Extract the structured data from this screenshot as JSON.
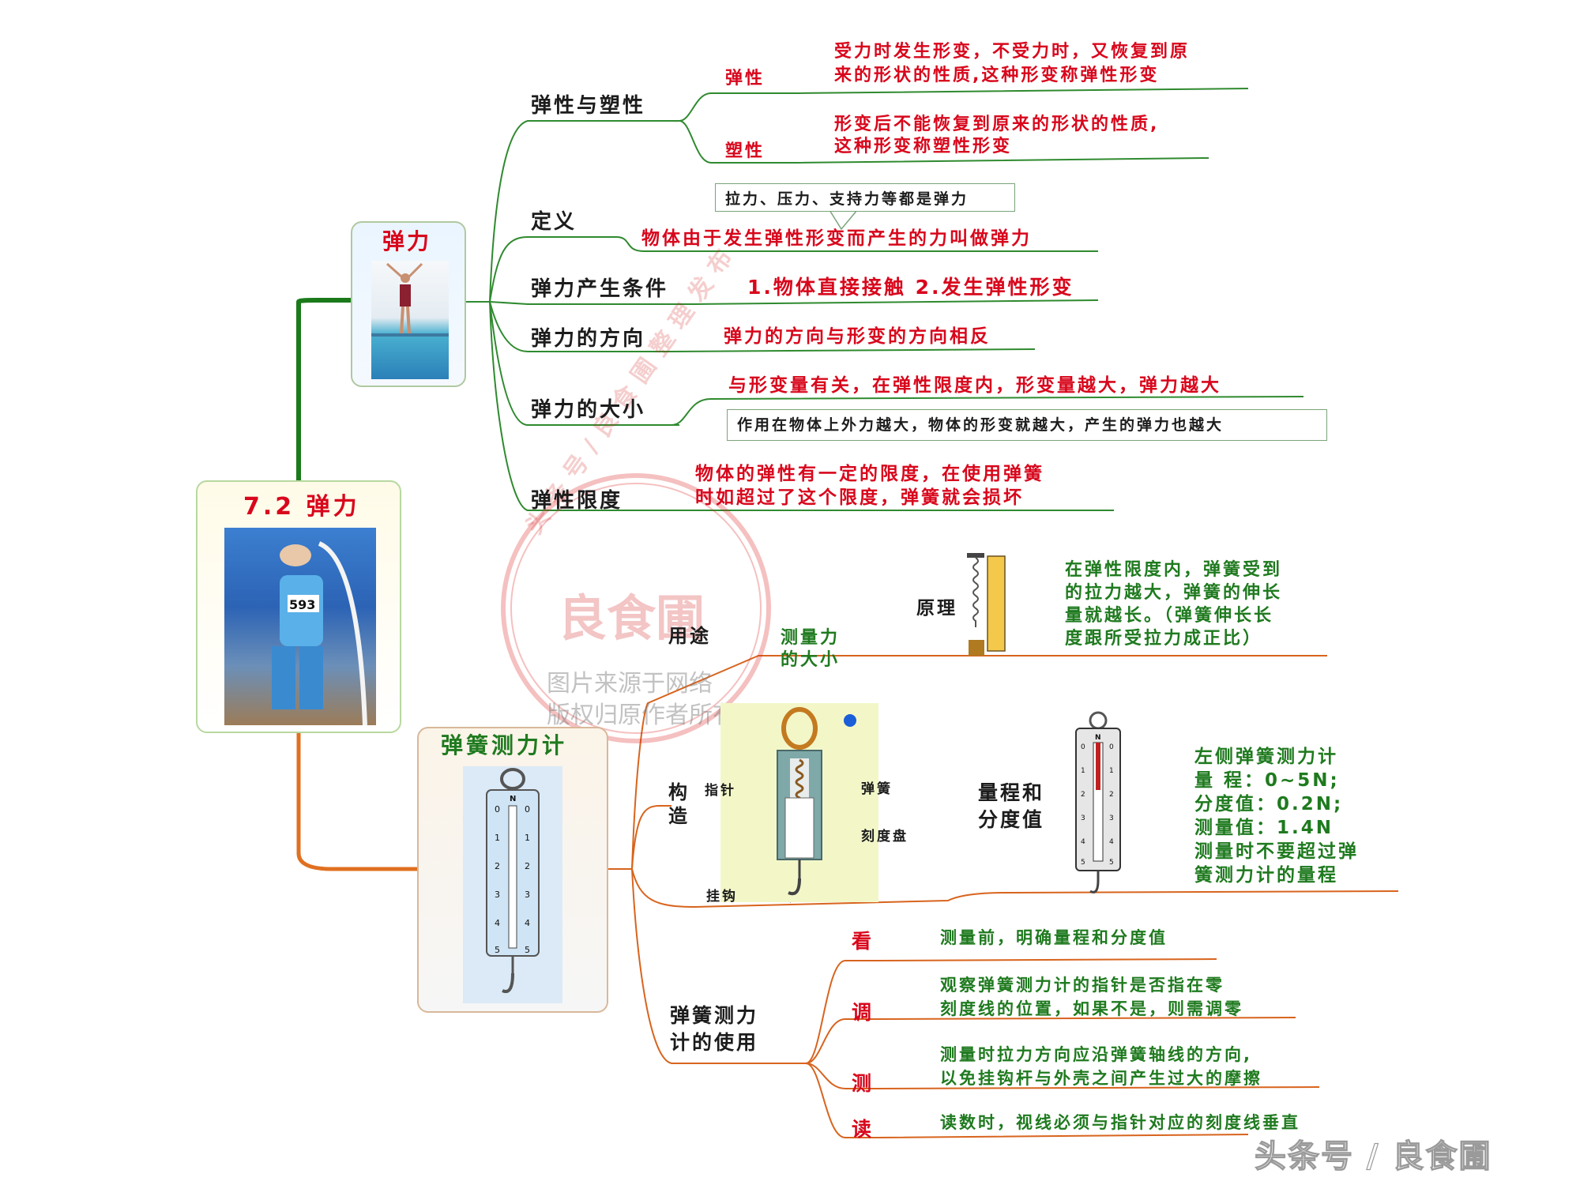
{
  "root": {
    "title": "7.2 弹力"
  },
  "branch_elastic": {
    "title": "弹力",
    "topics": [
      {
        "label": "弹性与塑性"
      },
      {
        "label": "定义"
      },
      {
        "label": "弹力产生条件"
      },
      {
        "label": "弹力的方向"
      },
      {
        "label": "弹力的大小"
      },
      {
        "label": "弹性限度"
      }
    ],
    "elasticity": {
      "label": "弹性",
      "line1": "受力时发生形变，不受力时，又恢复到原",
      "line2": "来的形状的性质,这种形变称弹性形变"
    },
    "plasticity": {
      "label": "塑性",
      "line1": "形变后不能恢复到原来的形状的性质,",
      "line2": "这种形变称塑性形变"
    },
    "definition": {
      "callout": "拉力、压力、支持力等都是弹力",
      "text": "物体由于发生弹性形变而产生的力叫做弹力"
    },
    "conditions": {
      "text": "1.物体直接接触   2.发生弹性形变"
    },
    "direction": {
      "text": "弹力的方向与形变的方向相反"
    },
    "magnitude": {
      "text": "与形变量有关，在弹性限度内，形变量越大，弹力越大",
      "callout": "作用在物体上外力越大，物体的形变就越大，产生的弹力也越大"
    },
    "limit": {
      "line1": "物体的弹性有一定的限度，在使用弹簧",
      "line2": "时如超过了这个限度，弹簧就会损坏"
    }
  },
  "branch_meter": {
    "title": "弹簧测力计",
    "use": {
      "label": "用途",
      "value_line1": "测量力",
      "value_line2": "的大小"
    },
    "principle": {
      "label": "原理",
      "line1": "在弹性限度内，弹簧受到",
      "line2": "的拉力越大，弹簧的伸长",
      "line3": "量就越长。（弹簧伸长长",
      "line4": "度跟所受拉力成正比）"
    },
    "structure": {
      "label_line1": "构",
      "label_line2": "造",
      "parts": {
        "pointer": "指针",
        "spring": "弹簧",
        "dial": "刻度盘",
        "hook": "挂钩"
      }
    },
    "range": {
      "label_line1": "量程和",
      "label_line2": "分度值",
      "line1": "左侧弹簧测力计",
      "line2": "量  程：0~5N;",
      "line3": "分度值：0.2N;",
      "line4": "测量值：1.4N",
      "line5": "测量时不要超过弹",
      "line6": "簧测力计的量程"
    },
    "usage": {
      "label_line1": "弹簧测力",
      "label_line2": "计的使用",
      "steps": [
        {
          "key": "看",
          "line1": "测量前，明确量程和分度值",
          "line2": ""
        },
        {
          "key": "调",
          "line1": "观察弹簧测力计的指针是否指在零",
          "line2": "刻度线的位置，如果不是，则需调零"
        },
        {
          "key": "测",
          "line1": "测量时拉力方向应沿弹簧轴线的方向,",
          "line2": "以免挂钩杆与外壳之间产生过大的摩擦"
        },
        {
          "key": "读",
          "line1": "读数时，视线必须与指针对应的刻度线垂直",
          "line2": ""
        }
      ]
    }
  },
  "scale_labels": [
    "N",
    "0",
    "1",
    "2",
    "3",
    "4",
    "5"
  ],
  "watermark": {
    "seal_ring": "头条号/良食圃整理发布",
    "seal_center": "良食圃",
    "line1": "图片来源于网络",
    "line2": "版权归原作者所有"
  },
  "footer": {
    "signature": "头条号 / 良食圃"
  }
}
